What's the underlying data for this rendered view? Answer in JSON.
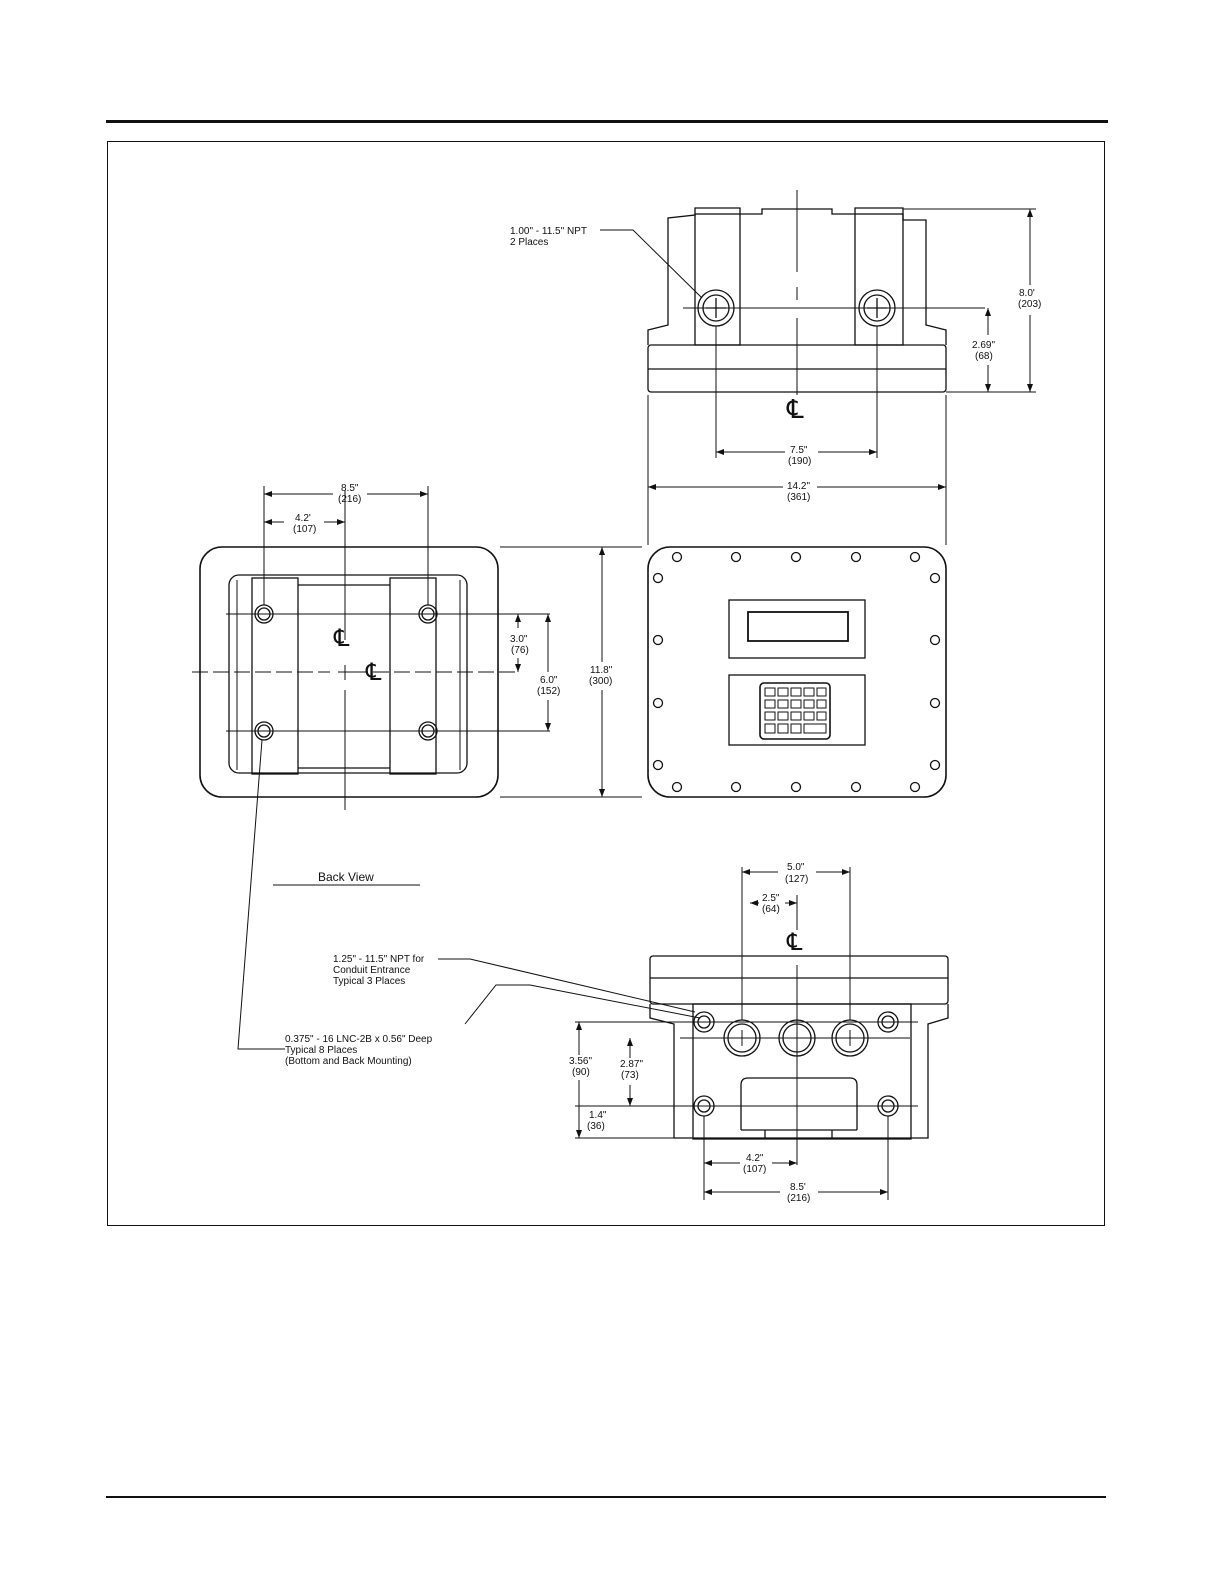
{
  "top_view": {
    "npt_label": [
      "1.00\" - 11.5\" NPT",
      "2 Places"
    ],
    "height": [
      "8.0'",
      "(203)"
    ],
    "hole_height": [
      "2.69\"",
      "(68)"
    ],
    "hole_spacing": [
      "7.5\"",
      "(190)"
    ],
    "width": [
      "14.2\"",
      "(361)"
    ],
    "centerline": "℄"
  },
  "back_view": {
    "title": "Back View",
    "width": [
      "8.5\"",
      "(216)"
    ],
    "half_width": [
      "4.2'",
      "(107)"
    ],
    "half_height": [
      "3.0\"",
      "(76)"
    ],
    "hole_height": [
      "6.0\"",
      "(152)"
    ],
    "height": [
      "11.8\"",
      "(300)"
    ],
    "centerline": "℄"
  },
  "bottom_view": {
    "spacing": [
      "5.0\"",
      "(127)"
    ],
    "half_spacing": [
      "2.5\"",
      "(64)"
    ],
    "conduit_label": [
      "1.25\" - 11.5\" NPT for",
      "Conduit Entrance",
      "Typical 3 Places"
    ],
    "tap_label": [
      "0.375\" - 16 LNC-2B x 0.56\" Deep",
      "Typical 8 Places",
      "(Bottom and Back Mounting)"
    ],
    "depth_total": [
      "3.56\"",
      "(90)"
    ],
    "depth_upper": [
      "2.87\"",
      "(73)"
    ],
    "depth_lower": [
      "1.4\"",
      "(36)"
    ],
    "half_width": [
      "4.2\"",
      "(107)"
    ],
    "width": [
      "8.5'",
      "(216)"
    ],
    "centerline": "℄"
  }
}
